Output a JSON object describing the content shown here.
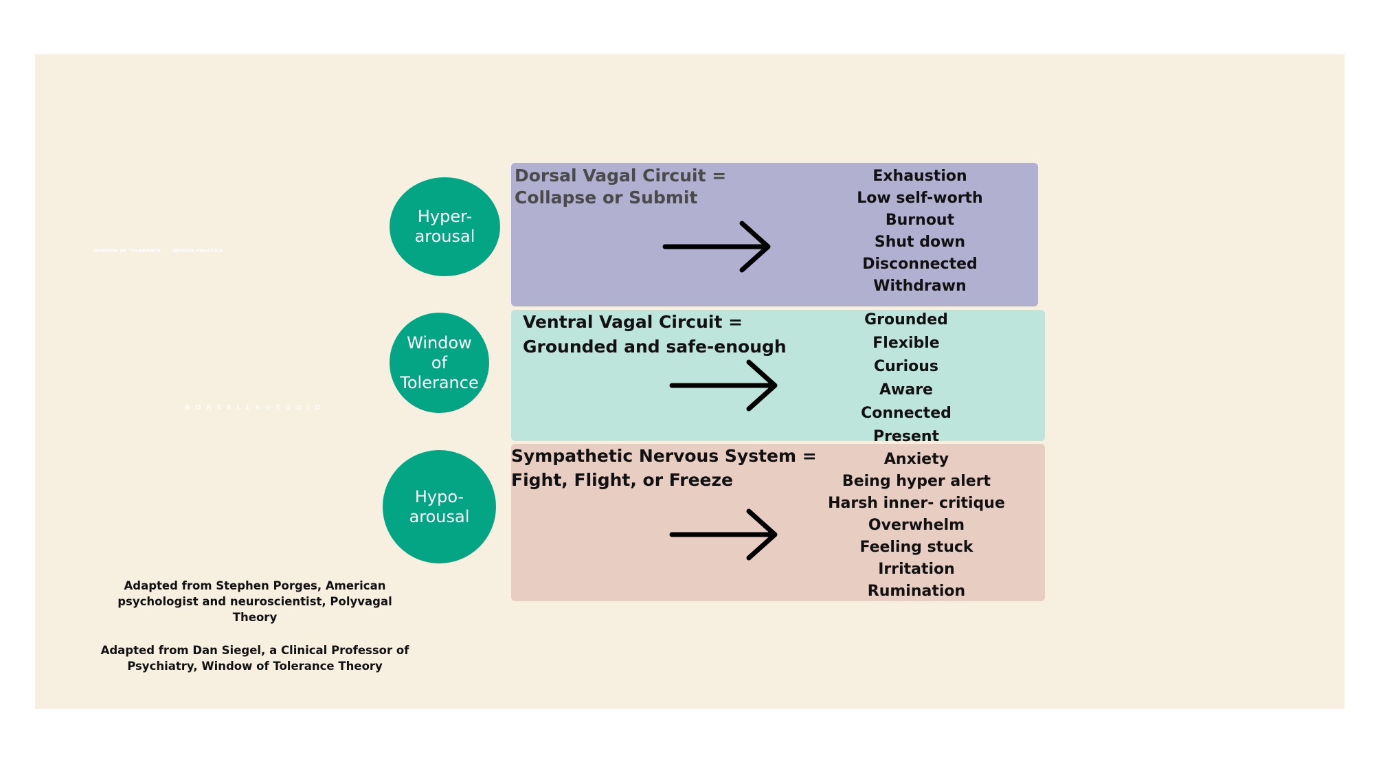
{
  "colors": {
    "background": "#f7efe0",
    "circle": "#03a585",
    "dorsal_box": "#b1b0d1",
    "ventral_box": "#bde5db",
    "sympathetic_box": "#e7cdc2"
  },
  "faint_marks": {
    "mark_1": "WINDOW OF TOLERANCE",
    "mark_2": "DETAILS PRACTICE",
    "studio": "B O R S E L L E   S T U D I O"
  },
  "circles": [
    {
      "line1": "Hyper-",
      "line2": "arousal"
    },
    {
      "line1": "Window",
      "line2": "of",
      "line3": "Tolerance"
    },
    {
      "line1": "Hypo-",
      "line2": "arousal"
    }
  ],
  "boxes": [
    {
      "title_line1": "Dorsal Vagal Circuit =",
      "title_line2": "Collapse or Submit",
      "items": [
        "Exhaustion",
        "Low self-worth",
        "Burnout",
        "Shut down",
        "Disconnected",
        "Withdrawn"
      ]
    },
    {
      "title_line1": "Ventral Vagal Circuit =",
      "title_line2": "Grounded and safe-enough",
      "items": [
        "Grounded",
        "Flexible",
        "Curious",
        "Aware",
        "Connected",
        "Present"
      ]
    },
    {
      "title_line1": "Sympathetic Nervous System =",
      "title_line2": "Fight, Flight, or Freeze",
      "items": [
        "Anxiety",
        "Being hyper alert",
        "Harsh inner- critique",
        "Overwhelm",
        "Feeling stuck",
        "Irritation",
        "Rumination"
      ]
    }
  ],
  "credits": {
    "porges_line1": "Adapted from Stephen Porges, American",
    "porges_line2": "psychologist and neuroscientist, Polyvagal",
    "porges_line3": "Theory",
    "siegel_line1": "Adapted from Dan Siegel, a Clinical Professor of",
    "siegel_line2": "Psychiatry, Window of Tolerance Theory"
  }
}
